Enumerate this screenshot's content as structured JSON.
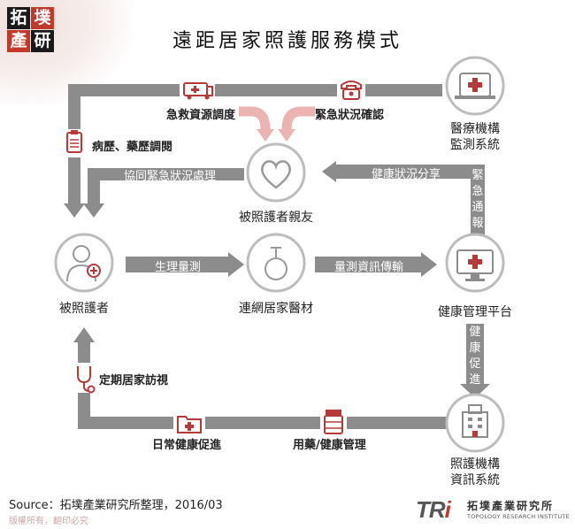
{
  "logo": {
    "chars": [
      "拓",
      "墣",
      "產",
      "研"
    ]
  },
  "title": "遠距居家照護服務模式",
  "nodes": {
    "family": "被照護者親友",
    "patient": "被照護者",
    "device": "連網居家醫材",
    "platform": "健康管理平台",
    "hospital": [
      "醫療機構",
      "監測系統"
    ],
    "care": [
      "照護機構",
      "資訊系統"
    ]
  },
  "labels": {
    "emergency_dispatch": "急救資源調度",
    "emergency_confirm": "緊急狀況確認",
    "medical_history": "病歷、藥歷調閱",
    "home_visit": "定期居家訪視",
    "daily_health": "日常健康促進",
    "medication": "用藥/健康管理"
  },
  "arrows": {
    "cooperate": "協同緊急狀況處理",
    "health_share": "健康狀況分享",
    "physio": "生理量測",
    "transmit": "量測資訊傳輸",
    "notify": [
      "緊",
      "急",
      "通",
      "報"
    ],
    "promote": [
      "健",
      "康",
      "促",
      "進"
    ]
  },
  "colors": {
    "line": "#8c8c8c",
    "line_light": "#a3a3a3",
    "icon_red": "#b73a3a",
    "pink": "#ecb3b3",
    "node_border": "#bdbdbd"
  },
  "icons": [
    "ambulance-icon",
    "phone-icon",
    "clipboard-icon",
    "heart-icon",
    "hospital-bed-icon",
    "monitor-icon",
    "person-icon",
    "device-icon",
    "stethoscope-icon",
    "home-medical-icon",
    "medicine-bottle-icon",
    "building-icon"
  ],
  "footer": {
    "source": "Source：拓墣產業研究所整理，2016/03",
    "copyright": "版權所有，翻印必究",
    "logo_t": "T",
    "logo_r": "R",
    "logo_i": "i",
    "logo_cn": "拓墣產業研究所",
    "logo_en": "TOPOLOGY RESEARCH INSTITUTE"
  }
}
